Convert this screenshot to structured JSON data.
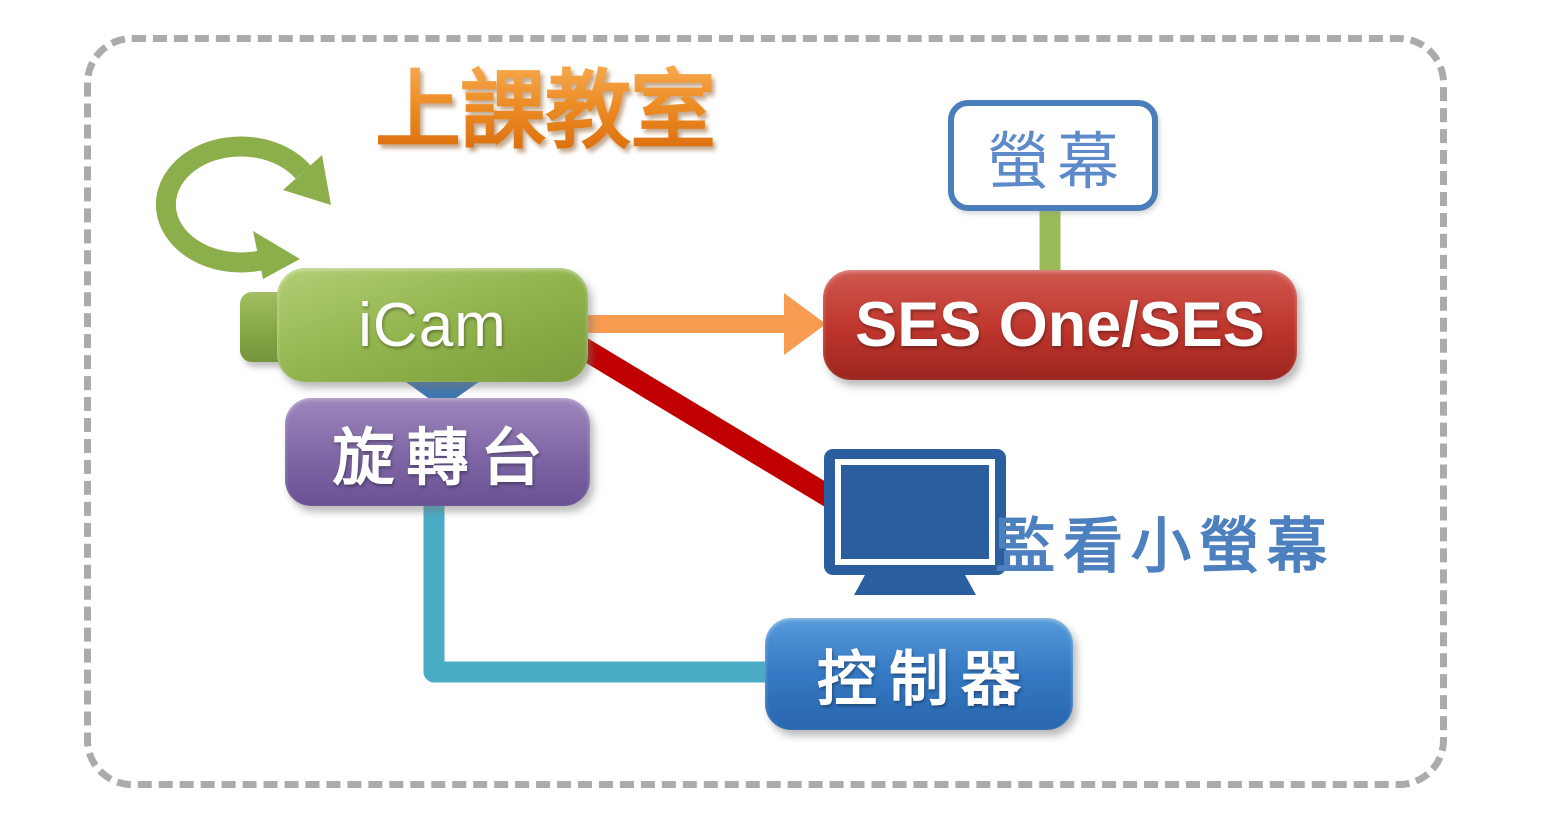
{
  "diagram": {
    "title": "上課教室",
    "nodes": {
      "icam": {
        "label": "iCam"
      },
      "screen": {
        "label": "螢幕"
      },
      "ses": {
        "label": "SES One/SES"
      },
      "turntable": {
        "label": "旋轉台"
      },
      "controller": {
        "label": "控制器"
      }
    },
    "captions": {
      "monitor": {
        "label": "監看小螢幕"
      }
    },
    "icons": {
      "rotation": "rotation-arrow-icon",
      "monitor": "monitor-icon"
    },
    "colors": {
      "title_orange": "#E8821E",
      "icam_green": "#8FB24B",
      "turntable_purple": "#7E66A6",
      "ses_red": "#BE352C",
      "controller_blue": "#3579C4",
      "screen_border_blue": "#4A7EBB",
      "screen_text_blue": "#5D8AC8",
      "caption_blue": "#4D80BE",
      "monitor_blue": "#2B5E9E",
      "arrow_orange": "#F79C50",
      "line_red": "#C00000",
      "line_teal": "#4BACC6",
      "line_green": "#9BBB59",
      "rotation_green": "#8CAF4B",
      "mount_triangle_blue": "#3F78B0",
      "frame_gray": "#ABABAB"
    }
  }
}
